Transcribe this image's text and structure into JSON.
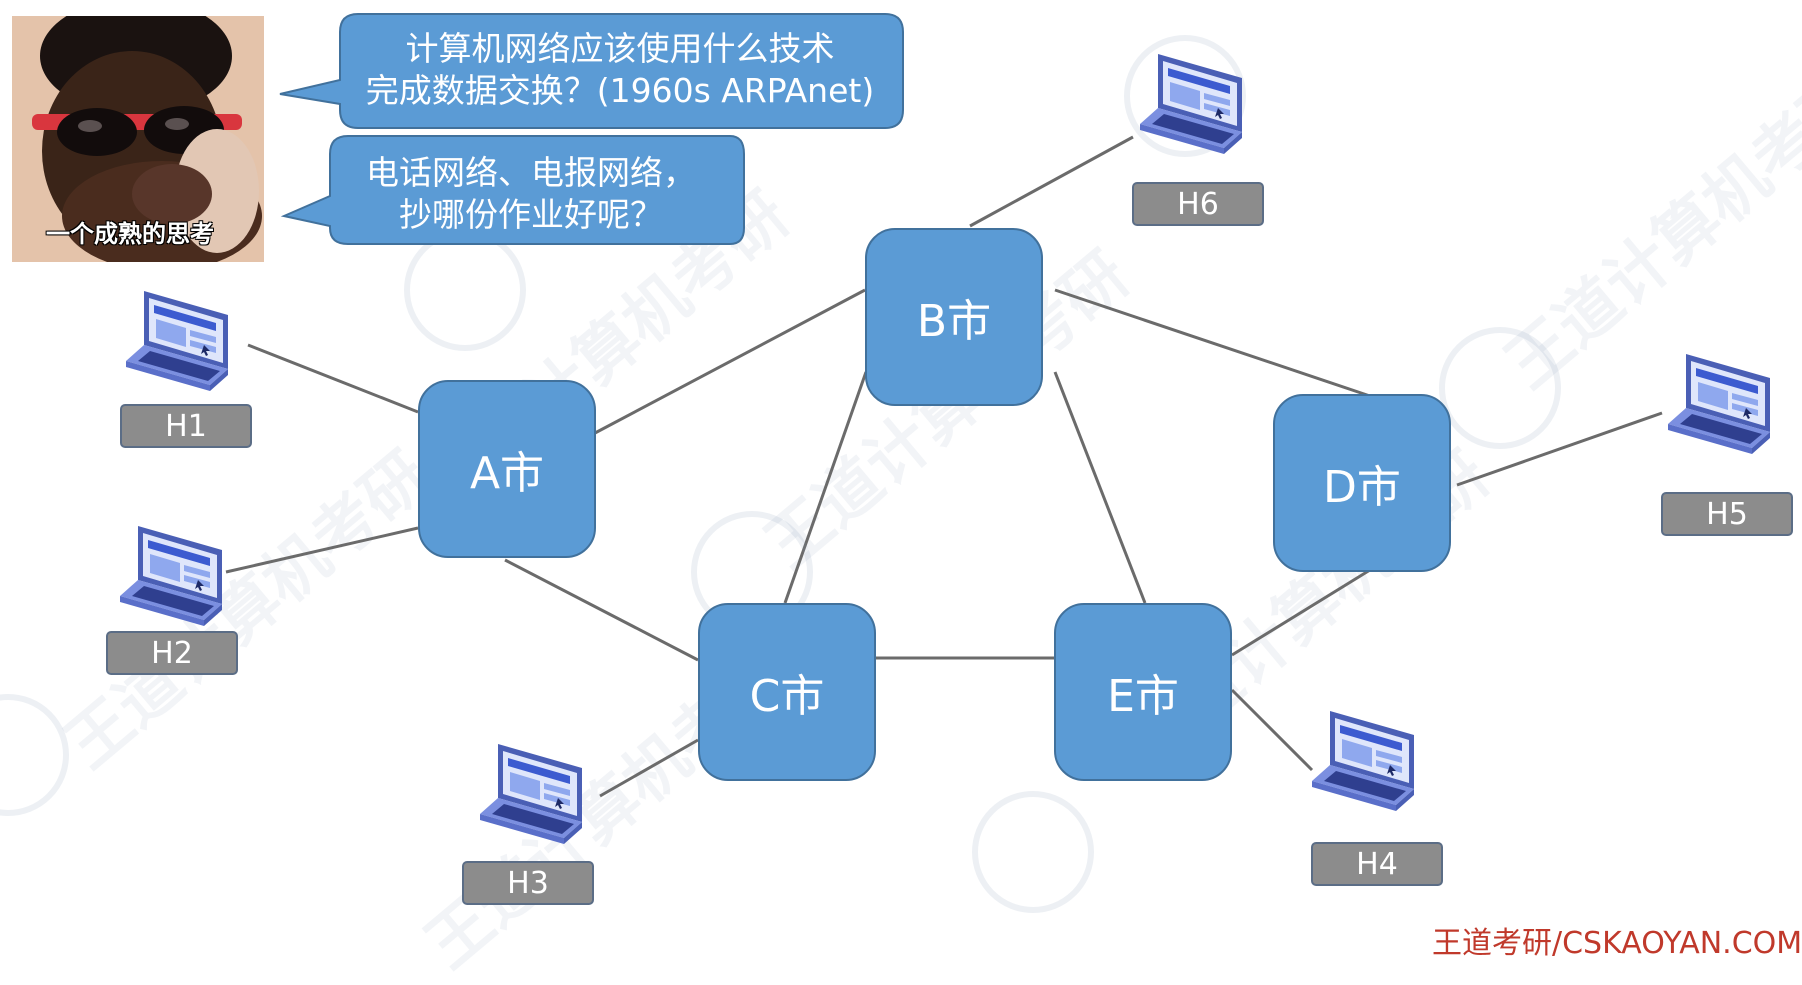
{
  "meme": {
    "caption": "一个成熟的思考"
  },
  "callouts": {
    "question": {
      "line1": "计算机网络应该使用什么技术",
      "line2": "完成数据交换？(1960s ARPAnet)"
    },
    "thought": {
      "line1": "电话网络、电报网络，",
      "line2": "抄哪份作业好呢？"
    }
  },
  "cities": {
    "a": "A市",
    "b": "B市",
    "c": "C市",
    "d": "D市",
    "e": "E市"
  },
  "hosts": {
    "h1": "H1",
    "h2": "H2",
    "h3": "H3",
    "h4": "H4",
    "h5": "H5",
    "h6": "H6"
  },
  "footer": "王道考研/CSKAOYAN.COM",
  "colors": {
    "city_fill": "#5b9bd5",
    "city_border": "#41719c",
    "host_label": "#8c8c8c",
    "link": "#6b6b6b",
    "footer": "#c0392b"
  },
  "icons": {
    "host": "laptop-icon",
    "meme": "thinking-man-sunglasses-image",
    "watermark": "wangdao-logo-watermark"
  }
}
